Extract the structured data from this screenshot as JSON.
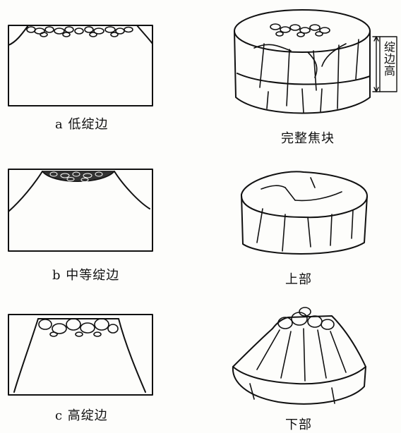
{
  "captions": {
    "low_edge": "a 低绽边",
    "medium_edge": "b 中等绽边",
    "high_edge": "c 高绽边",
    "whole_coke": "完整焦块",
    "upper_part": "上部",
    "lower_part": "下部"
  },
  "dimension_label": "绽边高"
}
